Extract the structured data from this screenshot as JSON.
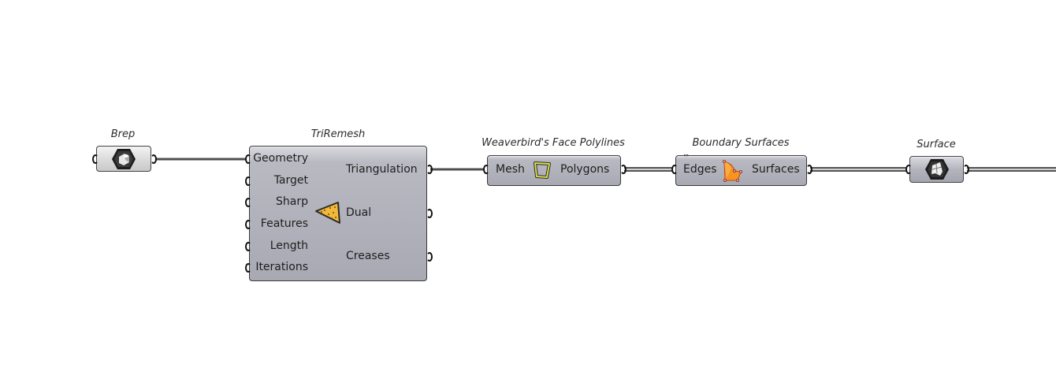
{
  "canvas": {
    "background": "#ffffff"
  },
  "components": {
    "brep": {
      "nickname": "Brep",
      "kind": "parameter",
      "icon": "brep-hexagon-icon"
    },
    "triremesh": {
      "nickname": "TriRemesh",
      "icon": "triangle-mesh-icon",
      "inputs": [
        "Geometry",
        "Target",
        "Sharp",
        "Features",
        "Length",
        "Iterations"
      ],
      "outputs": [
        "Triangulation",
        "Dual",
        "Creases"
      ]
    },
    "face_polylines": {
      "nickname": "Weaverbird's Face Polylines",
      "icon": "face-polyline-icon",
      "inputs": [
        "Mesh"
      ],
      "outputs": [
        "Polygons"
      ]
    },
    "boundary": {
      "nickname": "Boundary Surfaces",
      "icon": "boundary-surface-icon",
      "inputs": [
        "Edges"
      ],
      "outputs": [
        "Surfaces"
      ]
    },
    "surface": {
      "nickname": "Surface",
      "kind": "parameter",
      "icon": "surface-hexagon-icon"
    }
  },
  "wires": [
    {
      "from": "brep",
      "to": "triremesh.Geometry",
      "style": "single"
    },
    {
      "from": "triremesh.Triangulation",
      "to": "face_polylines.Mesh",
      "style": "single"
    },
    {
      "from": "face_polylines.Polygons",
      "to": "boundary.Edges",
      "style": "list"
    },
    {
      "from": "boundary.Surfaces",
      "to": "surface",
      "style": "list"
    },
    {
      "from": "surface",
      "to": "offscreen",
      "style": "list"
    }
  ],
  "colors": {
    "wire": "#4a4a4a",
    "wire_list_inner": "#c8c8c8",
    "component_fill": "#aeaeb8",
    "param_fill": "#d8d8d8",
    "triangle_icon": "#f2b83a",
    "boundary_icon": "#f7931e",
    "polyline_icon": "#d6dc4a"
  }
}
